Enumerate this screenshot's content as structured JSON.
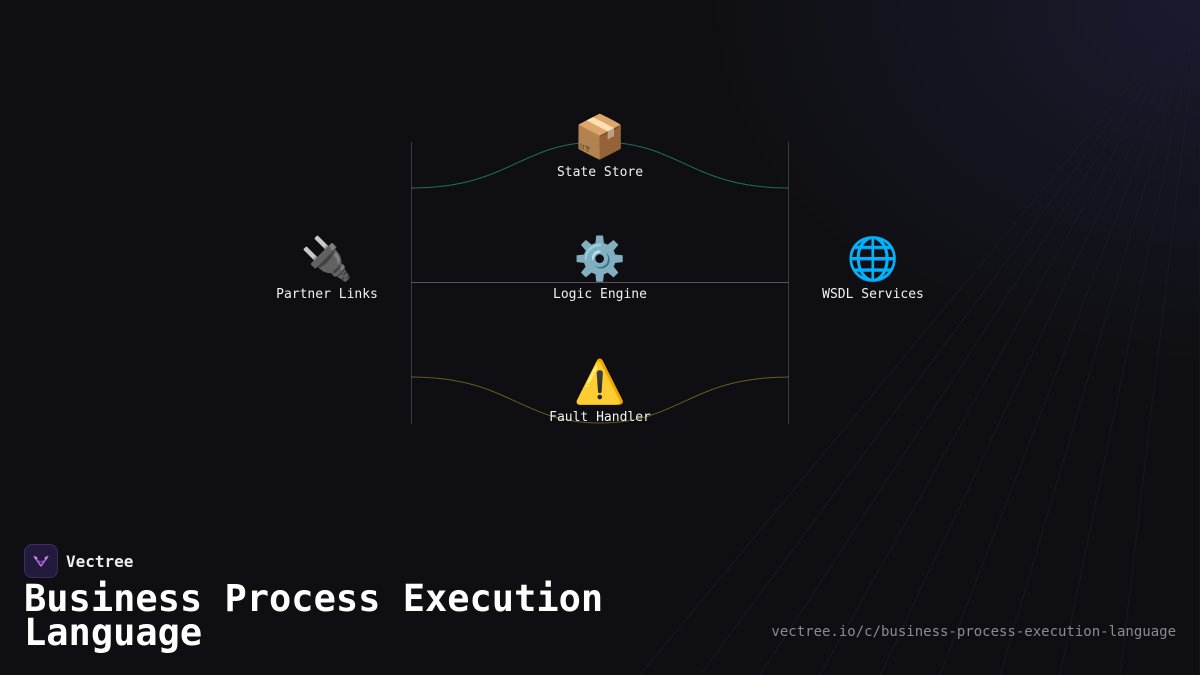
{
  "diagram": {
    "nodes": {
      "state_store": {
        "icon": "package-icon",
        "glyph": "📦",
        "label": "State Store"
      },
      "partner_links": {
        "icon": "plug-icon",
        "glyph": "🔌",
        "label": "Partner Links"
      },
      "logic_engine": {
        "icon": "gear-icon",
        "glyph": "⚙️",
        "label": "Logic Engine"
      },
      "wsdl_services": {
        "icon": "globe-icon",
        "glyph": "🌐",
        "label": "WSDL Services"
      },
      "fault_handler": {
        "icon": "warning-icon",
        "glyph": "⚠️",
        "label": "Fault Handler"
      }
    },
    "colors": {
      "state_path": "#1f6f5c",
      "logic_path": "#55555f",
      "fault_path": "#6b5a1e",
      "frame_line": "#3a3a44"
    }
  },
  "footer": {
    "brand_name": "Vectree",
    "title": "Business Process Execution Language",
    "url": "vectree.io/c/business-process-execution-language"
  },
  "colors": {
    "background": "#0f0f13",
    "logo_bg": "#231a3d",
    "logo_mark": "#b06ad8"
  }
}
